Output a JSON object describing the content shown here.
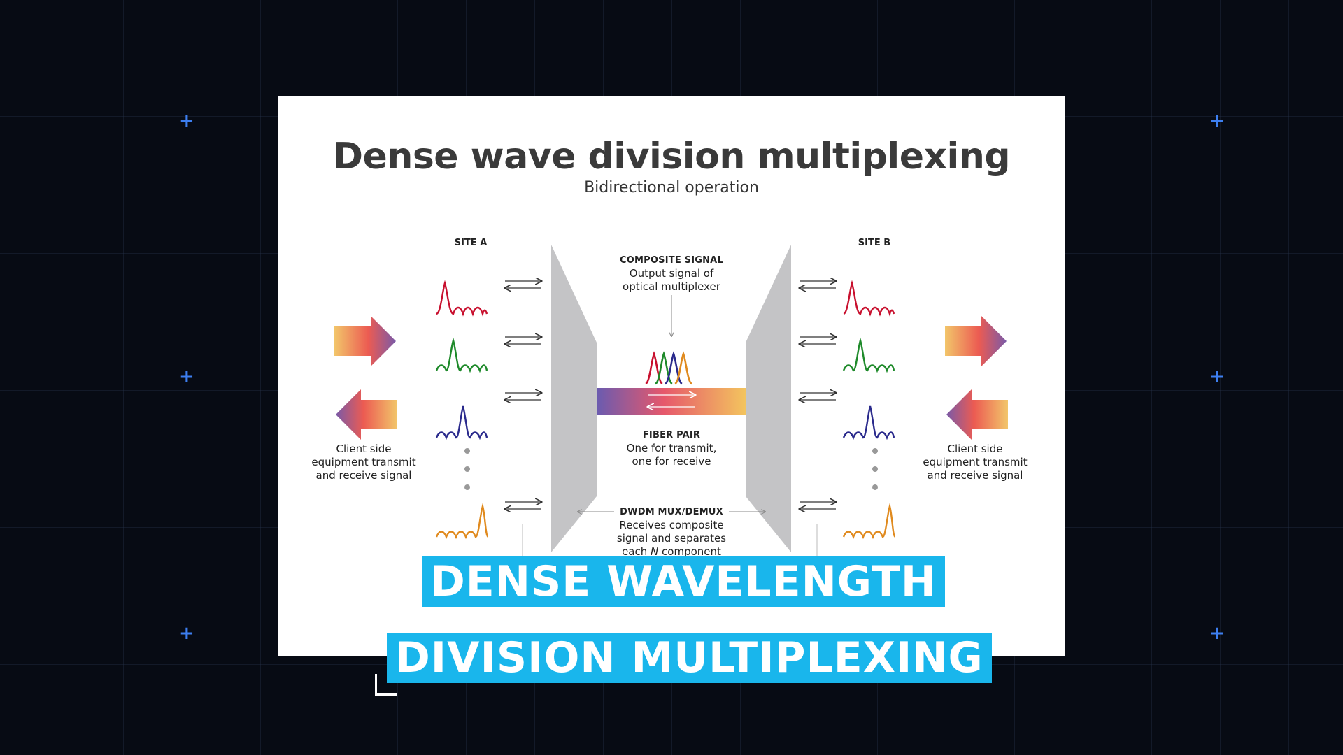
{
  "slide": {
    "title": "Dense wave division multiplexing",
    "subtitle": "Bidirectional operation"
  },
  "labels": {
    "site_a": "SITE A",
    "site_b": "SITE B",
    "composite_heading": "COMPOSITE SIGNAL",
    "composite_line1": "Output signal of",
    "composite_line2": "optical multiplexer",
    "fiber_heading": "FIBER PAIR",
    "fiber_line1": "One for transmit,",
    "fiber_line2": "one for receive",
    "mux_heading": "DWDM MUX/DEMUX",
    "mux_line1": "Receives composite",
    "mux_line2": "signal and separates",
    "mux_line3_prefix": "each ",
    "mux_line3_italic": "N",
    "mux_line3_suffix": " component",
    "client_line1": "Client side",
    "client_line2": "equipment transmit",
    "client_line3": "and receive signal"
  },
  "captions": {
    "line1": "DENSE WAVELENGTH",
    "line2": "DIVISION MULTIPLEXING"
  },
  "colors": {
    "background": "#070b14",
    "caption_bg": "#19b6ec",
    "plus_marks": "#3d7ff0",
    "wave_red": "#c8102e",
    "wave_green": "#1e8a2a",
    "wave_blue": "#2a2a8c",
    "wave_orange": "#e08a1e",
    "mux_gray": "#c4c4c6"
  }
}
